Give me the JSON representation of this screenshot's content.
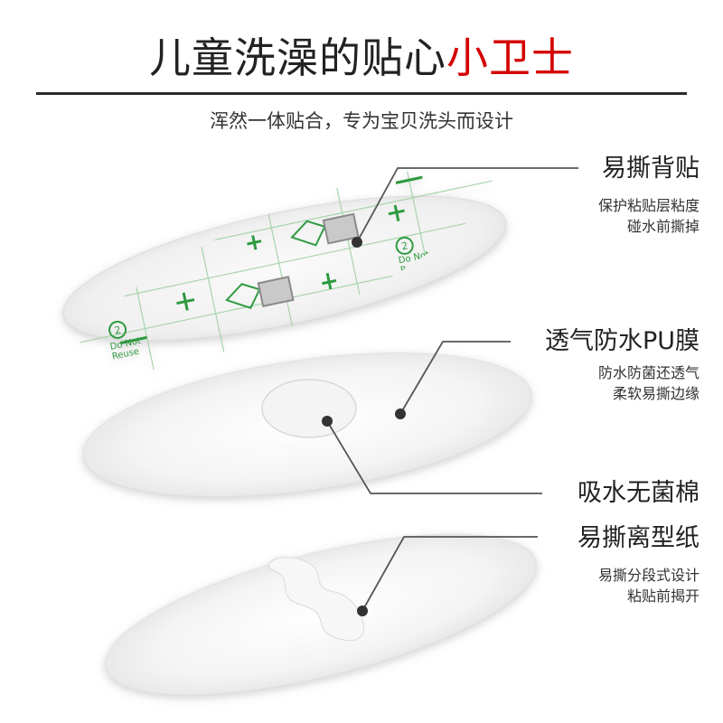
{
  "header": {
    "title_main": "儿童洗澡的贴心",
    "title_accent": "小卫士",
    "subtitle": "浑然一体贴合，专为宝贝洗头而设计"
  },
  "colors": {
    "accent": "#d40000",
    "grid_green": "#2f9a3f",
    "leader_line": "#555555",
    "dot": "#333333"
  },
  "layers": [
    {
      "name": "易撕背贴",
      "desc": [
        "保护粘贴层粘度",
        "碰水前撕掉"
      ]
    },
    {
      "name": "透气防水PU膜",
      "desc": [
        "防水防菌还透气",
        "柔软易撕边缘"
      ]
    },
    {
      "name": "吸水无菌棉",
      "desc": []
    },
    {
      "name": "易撕离型纸",
      "desc": [
        "易撕分段式设计",
        "粘贴前揭开"
      ]
    }
  ],
  "sticker_print": {
    "number": "2",
    "text_line1": "Do Not",
    "text_line2": "Reuse"
  }
}
